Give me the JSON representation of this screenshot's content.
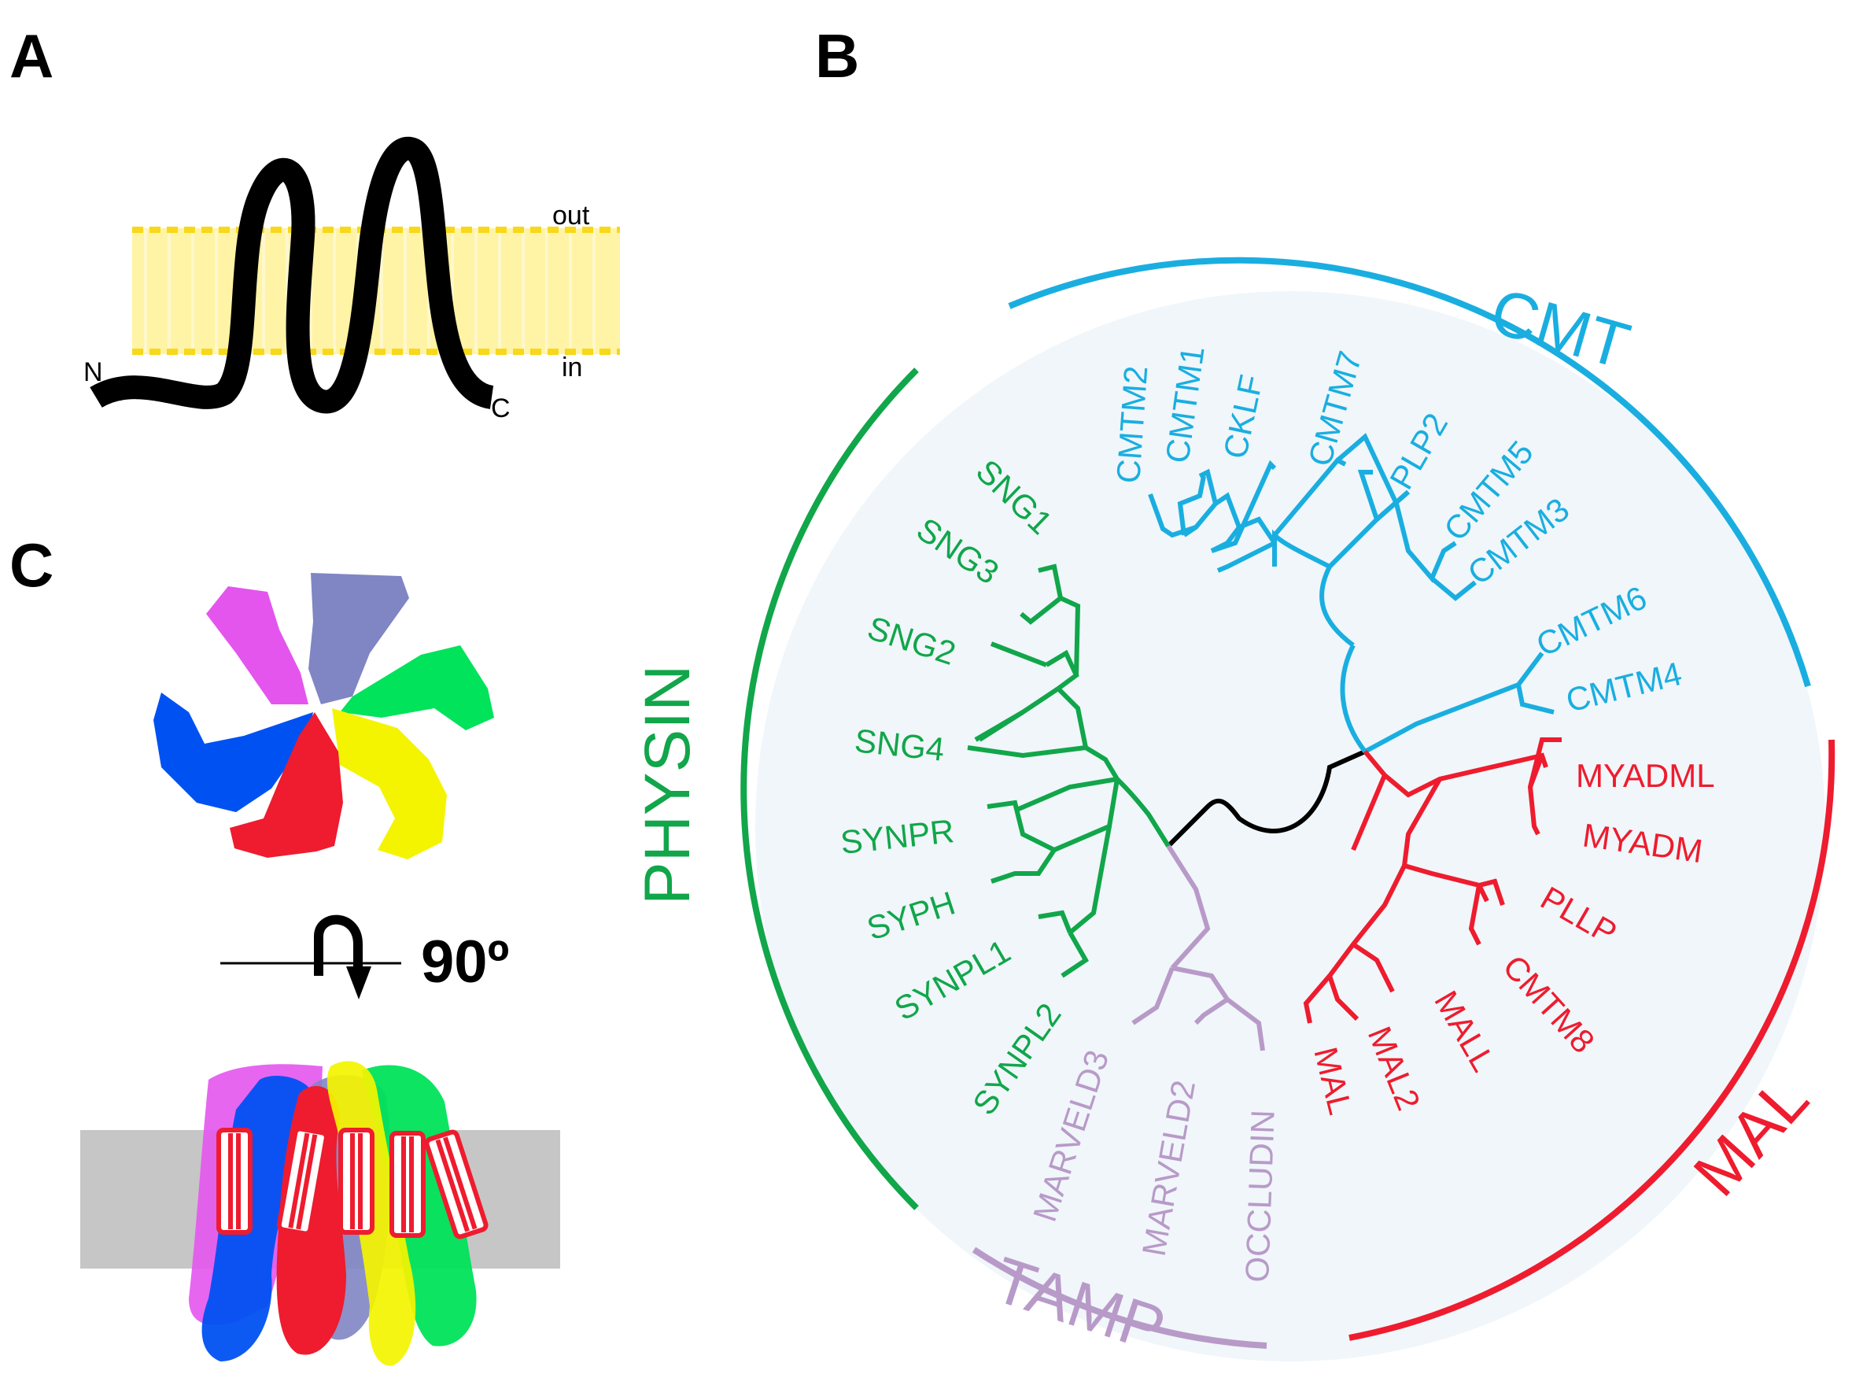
{
  "panels": {
    "a": "A",
    "b": "B",
    "c": "C"
  },
  "panel_a": {
    "out": "out",
    "in": "in",
    "n": "N",
    "c": "C"
  },
  "panel_c": {
    "rotation": "90º"
  },
  "colors": {
    "cmt": "#1aaee0",
    "physin": "#11a64a",
    "mal": "#ee1c2e",
    "tamp": "#b89ac8",
    "root": "#000000",
    "disc": "#f0f6fa",
    "membrane": "#fff3a6",
    "membrane_edge": "#f7d81a",
    "bilayer_gray": "#c6c6c6"
  },
  "groups": {
    "cmt": "CMT",
    "physin": "PHYSIN",
    "mal": "MAL",
    "tamp": "TAMP"
  },
  "leaves": {
    "cmt": [
      "CMTM2",
      "CMTM1",
      "CKLF",
      "CMTM7",
      "PLP2",
      "CMTM5",
      "CMTM3",
      "CMTM6",
      "CMTM4"
    ],
    "physin": [
      "SNG1",
      "SNG3",
      "SNG2",
      "SNG4",
      "SYNPR",
      "SYPH",
      "SYNPL1",
      "SYNPL2"
    ],
    "tamp": [
      "MARVELD3",
      "MARVELD2",
      "OCCLUDIN"
    ],
    "mal": [
      "MYADML",
      "MYADM",
      "PLLP",
      "CMTM8",
      "MALL",
      "MAL2",
      "MAL"
    ]
  },
  "subunit_colors": [
    "#e455ee",
    "#0051f2",
    "#ee1c2e",
    "#8085c4",
    "#f4f400",
    "#00e35a"
  ],
  "icons": {
    "rotation_arrow": "rotation-arrow-icon",
    "helix": "helix-bundle-icon"
  }
}
